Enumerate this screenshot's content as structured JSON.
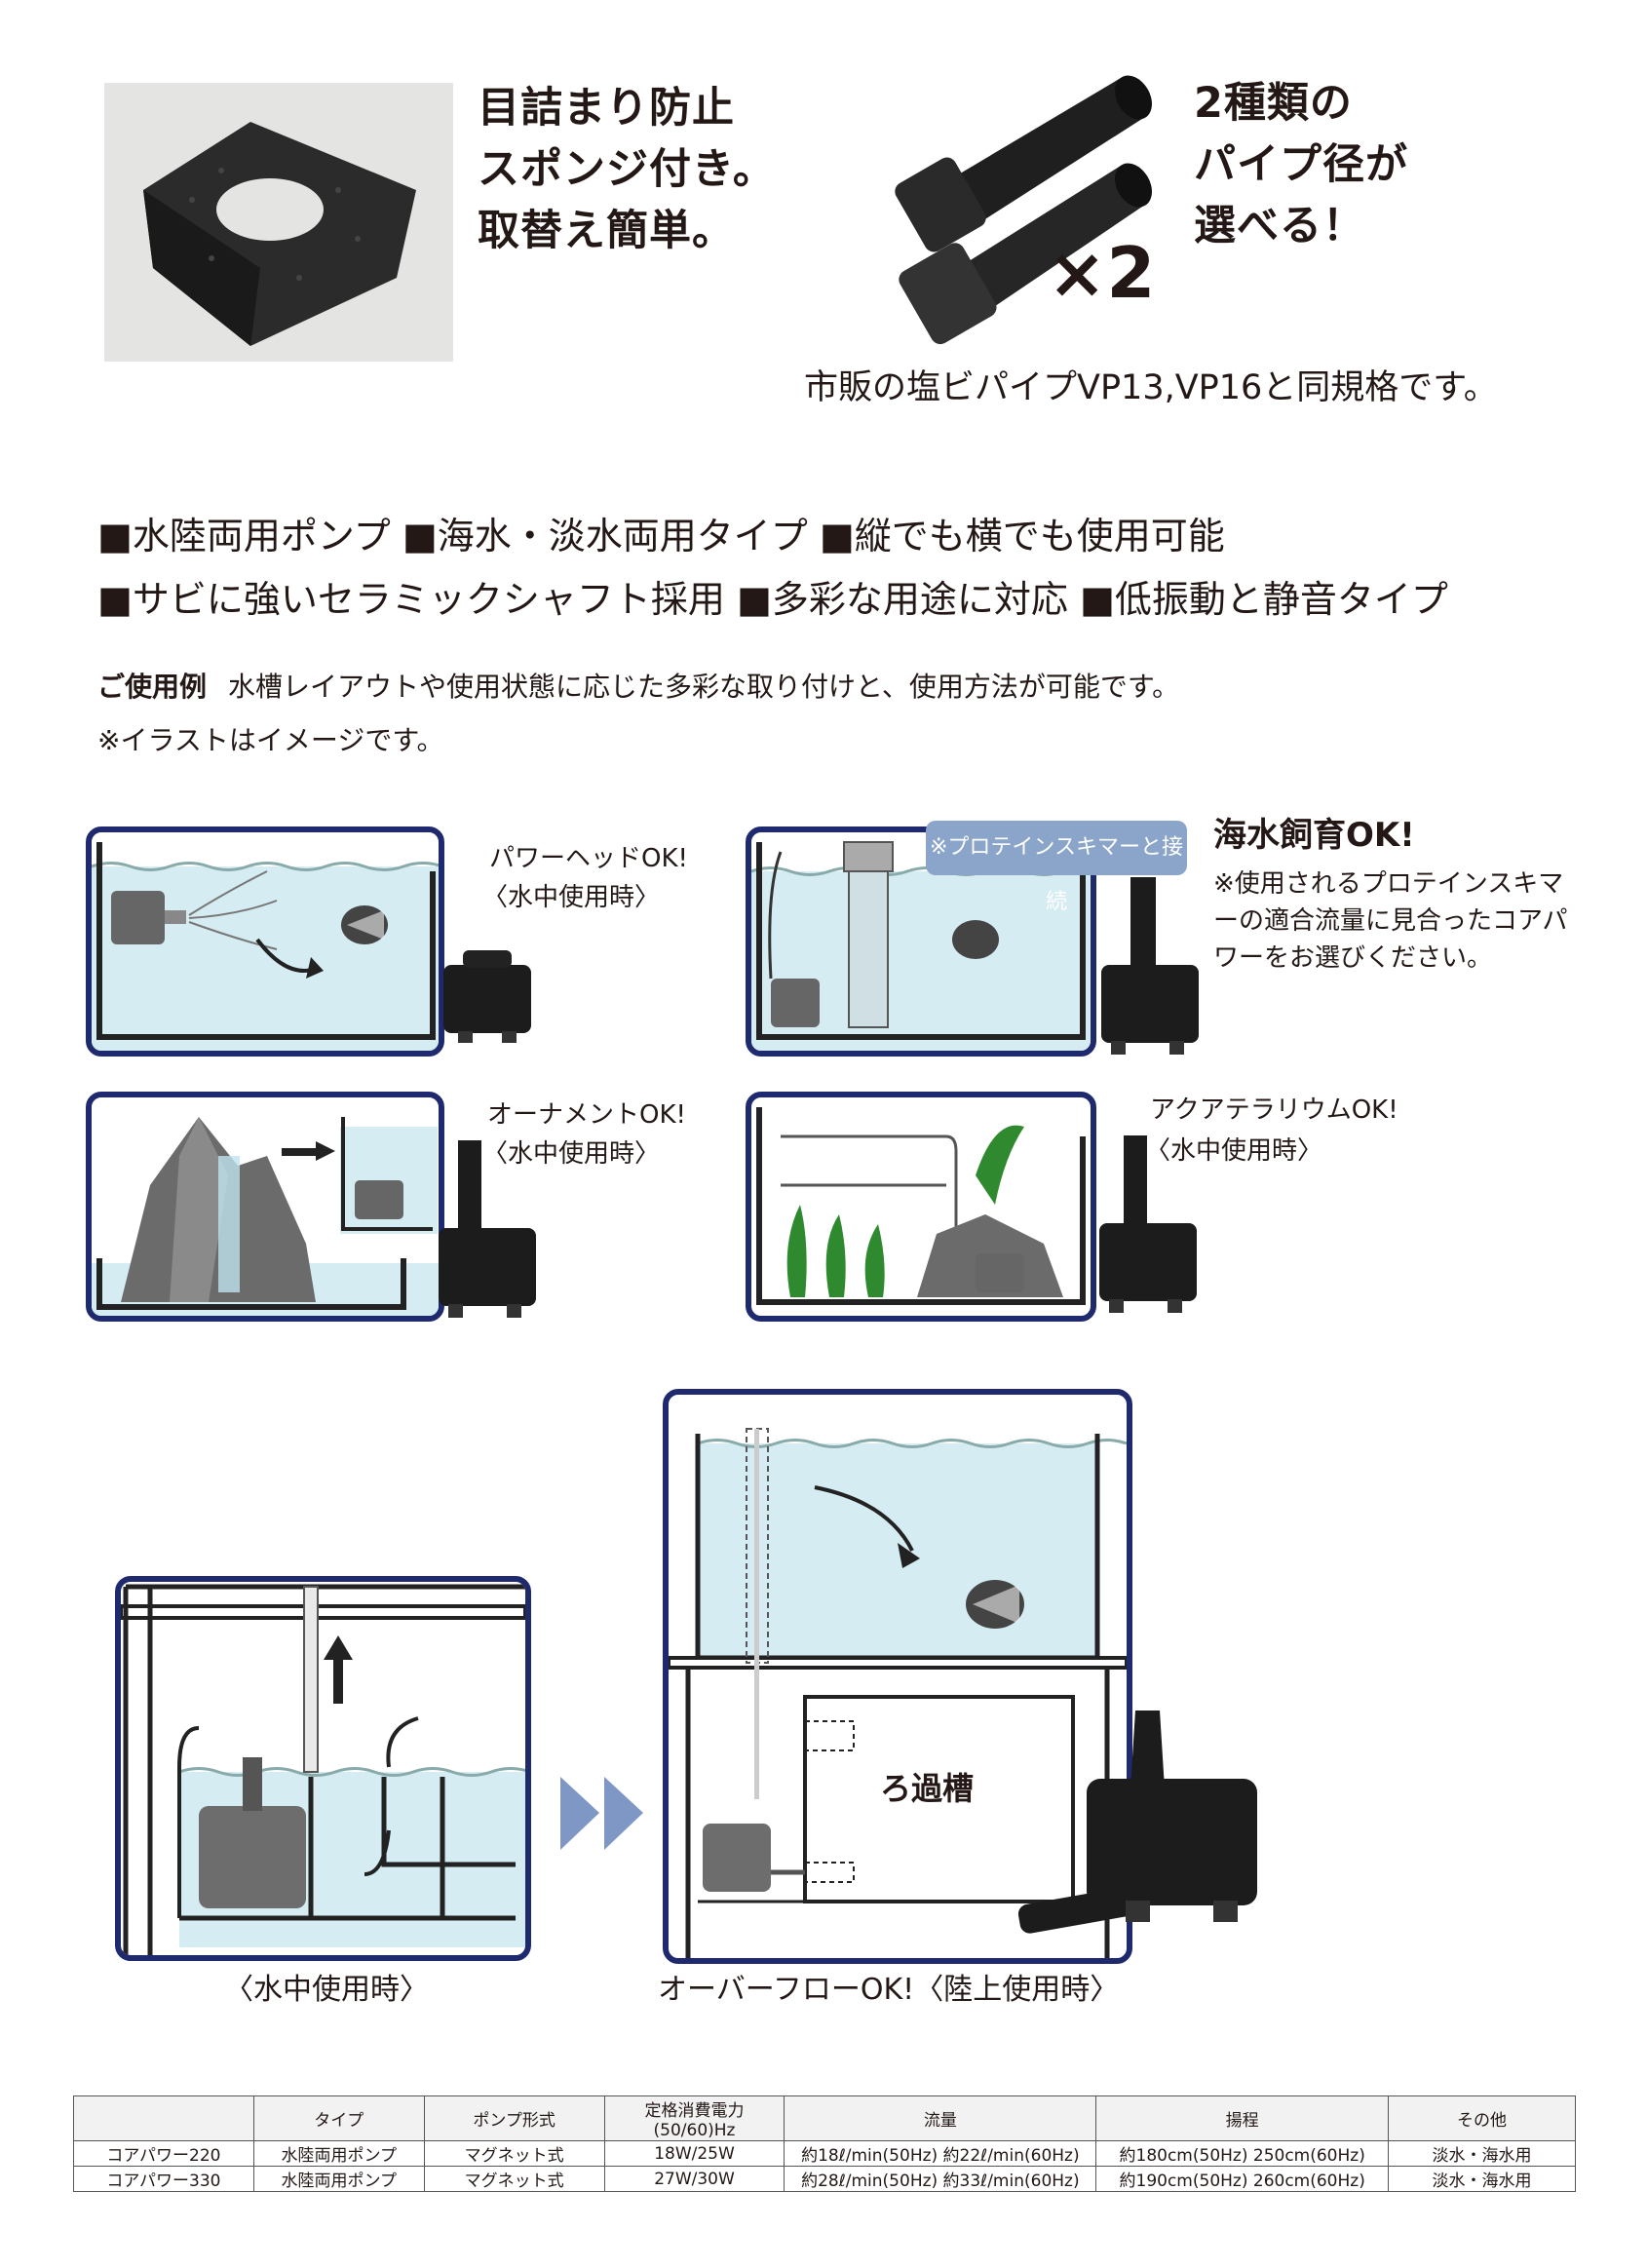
{
  "sponge": {
    "lines": [
      "目詰まり防止",
      "スポンジ付き。",
      "取替え簡単。"
    ]
  },
  "pipe": {
    "lines": [
      "2種類の",
      "パイプ径が",
      "選べる！"
    ],
    "multiplier": "×2",
    "note": "市販の塩ビパイプVP13,VP16と同規格です。"
  },
  "features": {
    "line1": "■水陸両用ポンプ ■海水・淡水両用タイプ ■縦でも横でも使用可能",
    "line2": "■サビに強いセラミックシャフト採用 ■多彩な用途に対応 ■低振動と静音タイプ"
  },
  "usage": {
    "heading": "ご使用例",
    "text": "水槽レイアウトや使用状態に応じた多彩な取り付けと、使用方法が可能です。",
    "note": "※イラストはイメージです。"
  },
  "examples": {
    "powerhead": {
      "title": "パワーヘッドOK!",
      "sub": "〈水中使用時〉"
    },
    "skimmer": {
      "callout": "※プロテインスキマーと接続",
      "title": "海水飼育OK!",
      "note_lines": [
        "※使用されるプロテインスキマ",
        "ーの適合流量に見合ったコアパ",
        "ワーをお選びください。"
      ]
    },
    "ornament": {
      "title": "オーナメントOK!",
      "sub": "〈水中使用時〉"
    },
    "aquaterrarium": {
      "title": "アクアテラリウムOK!",
      "sub": "〈水中使用時〉"
    },
    "underwater_caption": "〈水中使用時〉",
    "filter_tank_label": "ろ過槽",
    "overflow_caption": "オーバーフローOK!〈陸上使用時〉"
  },
  "spec_table": {
    "headers": [
      "",
      "タイプ",
      "ポンプ形式",
      "定格消費電力(50/60)Hz",
      "流量",
      "揚程",
      "その他"
    ],
    "rows": [
      [
        "コアパワー220",
        "水陸両用ポンプ",
        "マグネット式",
        "18W/25W",
        "約18ℓ/min(50Hz) 約22ℓ/min(60Hz)",
        "約180cm(50Hz) 250cm(60Hz)",
        "淡水・海水用"
      ],
      [
        "コアパワー330",
        "水陸両用ポンプ",
        "マグネット式",
        "27W/30W",
        "約28ℓ/min(50Hz) 約33ℓ/min(60Hz)",
        "約190cm(50Hz) 260cm(60Hz)",
        "淡水・海水用"
      ]
    ]
  },
  "colors": {
    "panel_border": "#1f2a6e",
    "water": "#d4ecf2",
    "callout": "#8ba4c9",
    "arrow_blue": "#7f97c4"
  }
}
